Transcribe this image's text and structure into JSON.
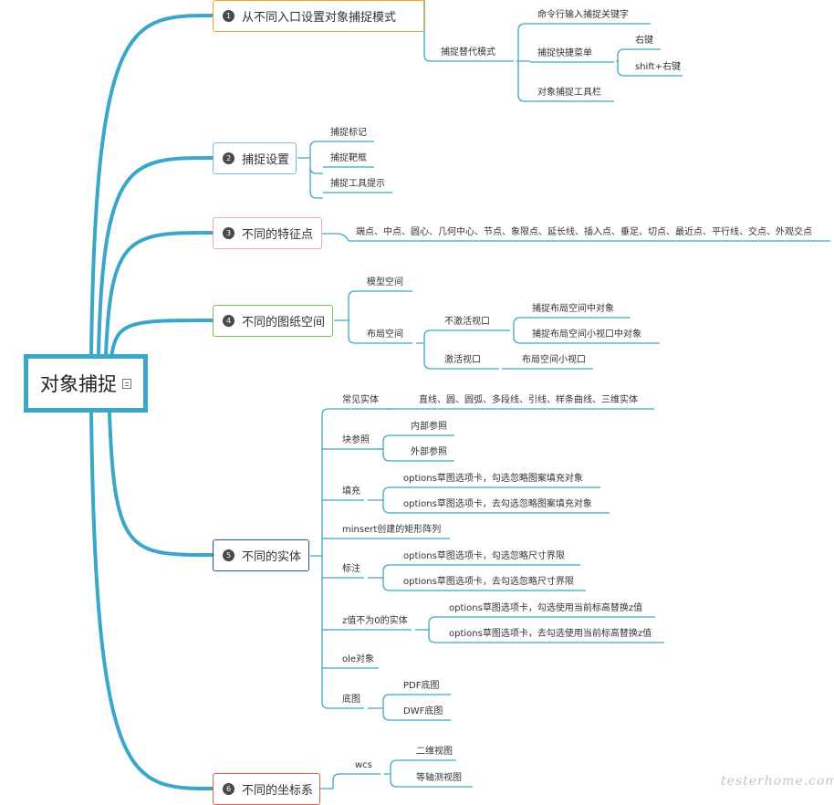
{
  "root": {
    "label": "对象捕捉"
  },
  "topics": [
    {
      "num": "1",
      "label": "从不同入口设置对象捕捉模式",
      "color": "#f5a623"
    },
    {
      "num": "2",
      "label": "捕捉设置",
      "color": "#7eb8ec"
    },
    {
      "num": "3",
      "label": "不同的特征点",
      "color": "#f2a9a9"
    },
    {
      "num": "4",
      "label": "不同的图纸空间",
      "color": "#7cc04e"
    },
    {
      "num": "5",
      "label": "不同的实体",
      "color": "#1f5b8a"
    },
    {
      "num": "6",
      "label": "不同的坐标系",
      "color": "#e05c4b"
    }
  ],
  "labels": {
    "t1_a": "捕捉替代模式",
    "t1_a1": "命令行输入捕捉关键字",
    "t1_a2": "捕捉快捷菜单",
    "t1_a2a": "右键",
    "t1_a2b": "shift+右键",
    "t1_a3": "对象捕捉工具栏",
    "t2_a": "捕捉标记",
    "t2_b": "捕捉靶框",
    "t2_c": "捕捉工具提示",
    "t3_a": "端点、中点、圆心、几何中心、节点、象限点、延长线、插入点、垂足、切点、最近点、平行线、交点、外观交点",
    "t4_a": "模型空间",
    "t4_b": "布局空间",
    "t4_b1": "不激活视口",
    "t4_b1a": "捕捉布局空间中对象",
    "t4_b1b": "捕捉布局空间小视口中对象",
    "t4_b2": "激活视口",
    "t4_b2a": "布局空间小视口",
    "t5_a": "常见实体",
    "t5_a1": "直线、圆、圆弧、多段线、引线、样条曲线、三维实体",
    "t5_b": "块参照",
    "t5_b1": "内部参照",
    "t5_b2": "外部参照",
    "t5_c": "填充",
    "t5_c1": "options草图选项卡，勾选忽略图案填充对象",
    "t5_c2": "options草图选项卡，去勾选忽略图案填充对象",
    "t5_d": "minsert创建的矩形阵列",
    "t5_e": "标注",
    "t5_e1": "options草图选项卡，勾选忽略尺寸界限",
    "t5_e2": "options草图选项卡，去勾选忽略尺寸界限",
    "t5_f": "z值不为0的实体",
    "t5_f1": "options草图选项卡，勾选使用当前标高替换z值",
    "t5_f2": "options草图选项卡，去勾选使用当前标高替换z值",
    "t5_g": "ole对象",
    "t5_h": "底图",
    "t5_h1": "PDF底图",
    "t5_h2": "DWF底图",
    "t6_a": "wcs",
    "t6_a1": "二维视图",
    "t6_a2": "等轴测视图"
  },
  "watermark": "testerhome.com",
  "colors": {
    "branch": "#3ba6c8",
    "line": "#3ba6c8"
  }
}
